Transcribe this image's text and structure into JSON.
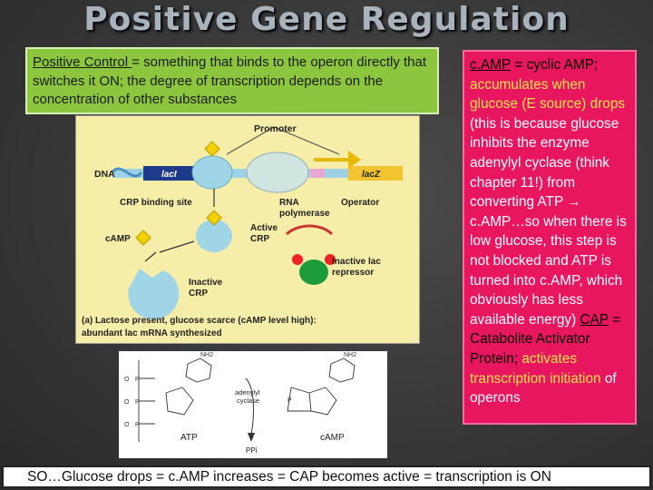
{
  "title": "Positive Gene Regulation",
  "positive_control": {
    "term": "Positive Control ",
    "definition": "= something that binds to the operon directly that switches it ON; the degree of transcription depends on the concentration of other substances"
  },
  "camp_box": {
    "camp_term": "c.AMP",
    "camp_def": " = cyclic AMP;",
    "accumulates": "accumulates when glucose (E source) drops",
    "explanation_1": " (this is because glucose inhibits the enzyme adenylyl cyclase",
    "explanation_2": " (think chapter 11!) from converting ATP → c.AMP…so when there is low glucose, this step is not blocked and ATP is turned into c.AMP, which obviously has less available energy) ",
    "cap_term": "CAP",
    "cap_def": " = Catabolite Activator Protein; ",
    "activates": "activates transcription initiation",
    "of_operons": " of operons"
  },
  "bottom": "SO…Glucose drops = c.AMP increases = CAP becomes active = transcription is ON",
  "diagram": {
    "promoter": "Promoter",
    "dna": "DNA",
    "lacI": "lacI",
    "lacZ": "lacZ",
    "crp_site": "CRP binding site",
    "rna_pol_1": "RNA",
    "rna_pol_2": "polymerase",
    "operator": "Operator",
    "camp": "cAMP",
    "active_crp_1": "Active",
    "active_crp_2": "CRP",
    "inactive_rep_1": "Inactive lac",
    "inactive_rep_2": "repressor",
    "inactive_crp_1": "Inactive",
    "inactive_crp_2": "CRP",
    "caption_1": "(a) Lactose present, glucose scarce (cAMP level high):",
    "caption_2": "abundant lac mRNA synthesized"
  },
  "chem": {
    "atp": "ATP",
    "camp": "cAMP",
    "enzyme_1": "adenylyl",
    "enzyme_2": "cyclase",
    "ppi": "PPi",
    "nh2": "NH2"
  }
}
